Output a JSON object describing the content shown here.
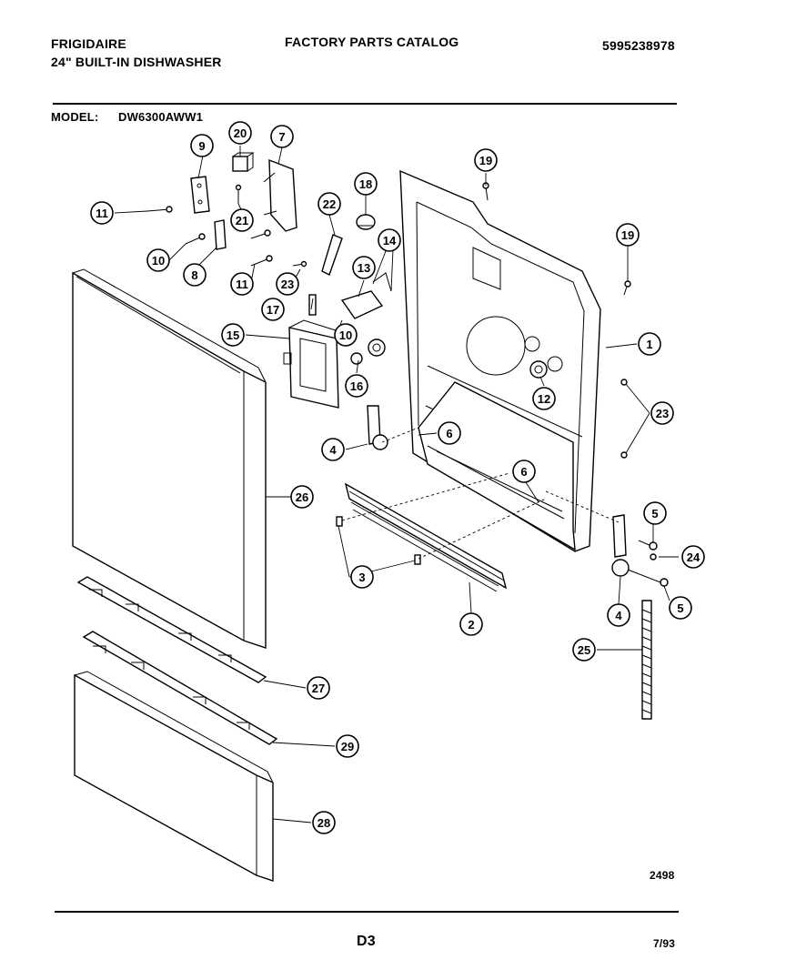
{
  "header": {
    "brand": "FRIGIDAIRE",
    "product": "24\" BUILT-IN DISHWASHER",
    "catalog_title": "FACTORY PARTS CATALOG",
    "catalog_number": "5995238978",
    "model_label": "MODEL:",
    "model_number": "DW6300AWW1"
  },
  "footer": {
    "drawing_number": "2498",
    "page": "D3",
    "date": "7/93"
  },
  "callouts": [
    {
      "id": "c9",
      "label": "9"
    },
    {
      "id": "c20",
      "label": "20"
    },
    {
      "id": "c7",
      "label": "7"
    },
    {
      "id": "c11a",
      "label": "11"
    },
    {
      "id": "c21",
      "label": "21"
    },
    {
      "id": "c22",
      "label": "22"
    },
    {
      "id": "c18",
      "label": "18"
    },
    {
      "id": "c19a",
      "label": "19"
    },
    {
      "id": "c19b",
      "label": "19"
    },
    {
      "id": "c14",
      "label": "14"
    },
    {
      "id": "c10a",
      "label": "10"
    },
    {
      "id": "c8",
      "label": "8"
    },
    {
      "id": "c11b",
      "label": "11"
    },
    {
      "id": "c23a",
      "label": "23"
    },
    {
      "id": "c13",
      "label": "13"
    },
    {
      "id": "c17",
      "label": "17"
    },
    {
      "id": "c15",
      "label": "15"
    },
    {
      "id": "c10b",
      "label": "10"
    },
    {
      "id": "c1",
      "label": "1"
    },
    {
      "id": "c16",
      "label": "16"
    },
    {
      "id": "c12",
      "label": "12"
    },
    {
      "id": "c23b",
      "label": "23"
    },
    {
      "id": "c6a",
      "label": "6"
    },
    {
      "id": "c4a",
      "label": "4"
    },
    {
      "id": "c6b",
      "label": "6"
    },
    {
      "id": "c26",
      "label": "26"
    },
    {
      "id": "c5a",
      "label": "5"
    },
    {
      "id": "c24",
      "label": "24"
    },
    {
      "id": "c3",
      "label": "3"
    },
    {
      "id": "c5b",
      "label": "5"
    },
    {
      "id": "c4b",
      "label": "4"
    },
    {
      "id": "c2",
      "label": "2"
    },
    {
      "id": "c25",
      "label": "25"
    },
    {
      "id": "c27",
      "label": "27"
    },
    {
      "id": "c29",
      "label": "29"
    },
    {
      "id": "c28",
      "label": "28"
    }
  ]
}
